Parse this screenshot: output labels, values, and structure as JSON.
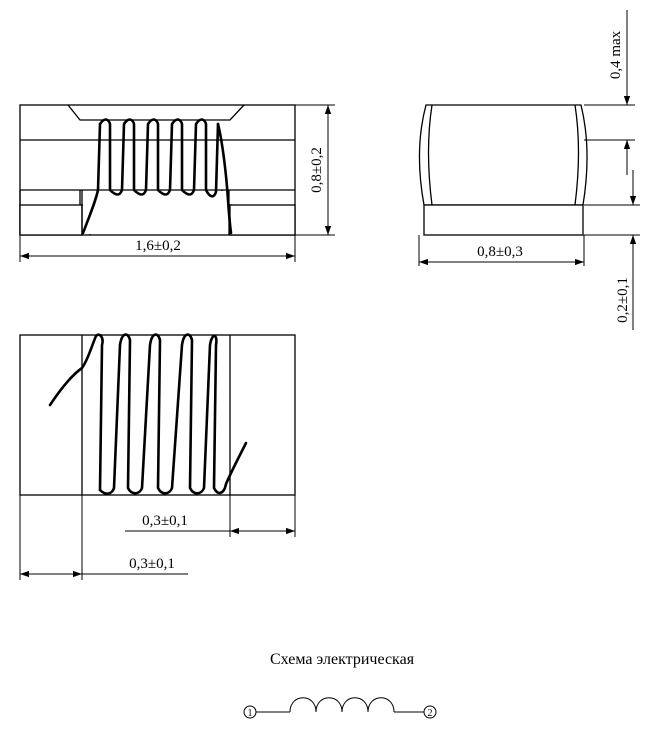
{
  "views": {
    "front": {
      "length_dim": "1,6±0,2",
      "height_dim": "0,8±0,2"
    },
    "side": {
      "width_dim": "0,8±0,3",
      "top_dim": "0,4 max",
      "terminal_dim": "0,2±0,1"
    },
    "top": {
      "terminal_right_dim": "0,3±0,1",
      "terminal_left_dim": "0,3±0,1"
    }
  },
  "schematic": {
    "title": "Схема электрическая",
    "pin1": "1",
    "pin2": "2"
  }
}
